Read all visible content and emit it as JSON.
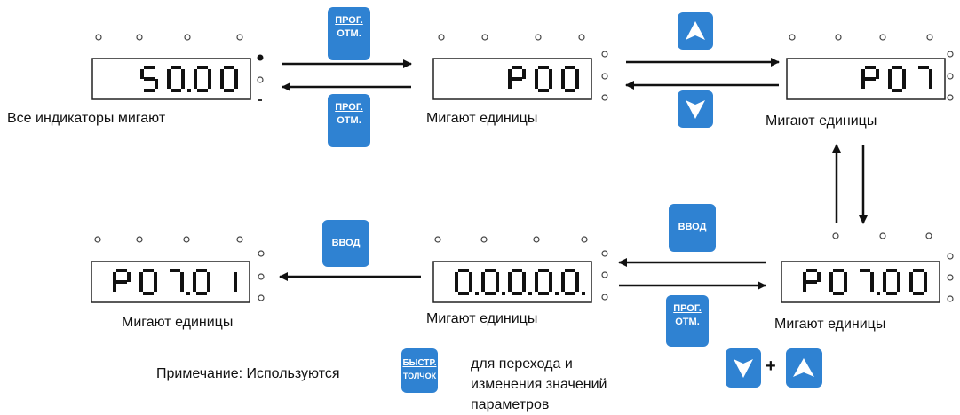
{
  "displays": [
    {
      "id": "d1",
      "text": "50.00"
    },
    {
      "id": "d2",
      "text": "P00"
    },
    {
      "id": "d3",
      "text": "P07"
    },
    {
      "id": "d4",
      "text": "P07.01"
    },
    {
      "id": "d5",
      "text": "0.0.0.0.0."
    },
    {
      "id": "d6",
      "text": "P07.00"
    }
  ],
  "labels": {
    "all_blink": "Все индикаторы мигают",
    "units_blink": "Мигают единицы",
    "note_prefix": "Примечание: Используются",
    "note_suffix_1": "для перехода и",
    "note_suffix_2": "изменения значений",
    "note_suffix_3": "параметров"
  },
  "buttons": {
    "prog_line1": "ПРОГ.",
    "prog_line2": "ОТМ.",
    "enter": "ВВОД",
    "quick_line1": "БЫСТР.",
    "quick_line2": "ТОЛЧОК",
    "plus": "+"
  },
  "colors": {
    "button": "#2f82d2",
    "segment": "#111111"
  },
  "icons": [
    "up-arrow-icon",
    "down-arrow-icon"
  ]
}
